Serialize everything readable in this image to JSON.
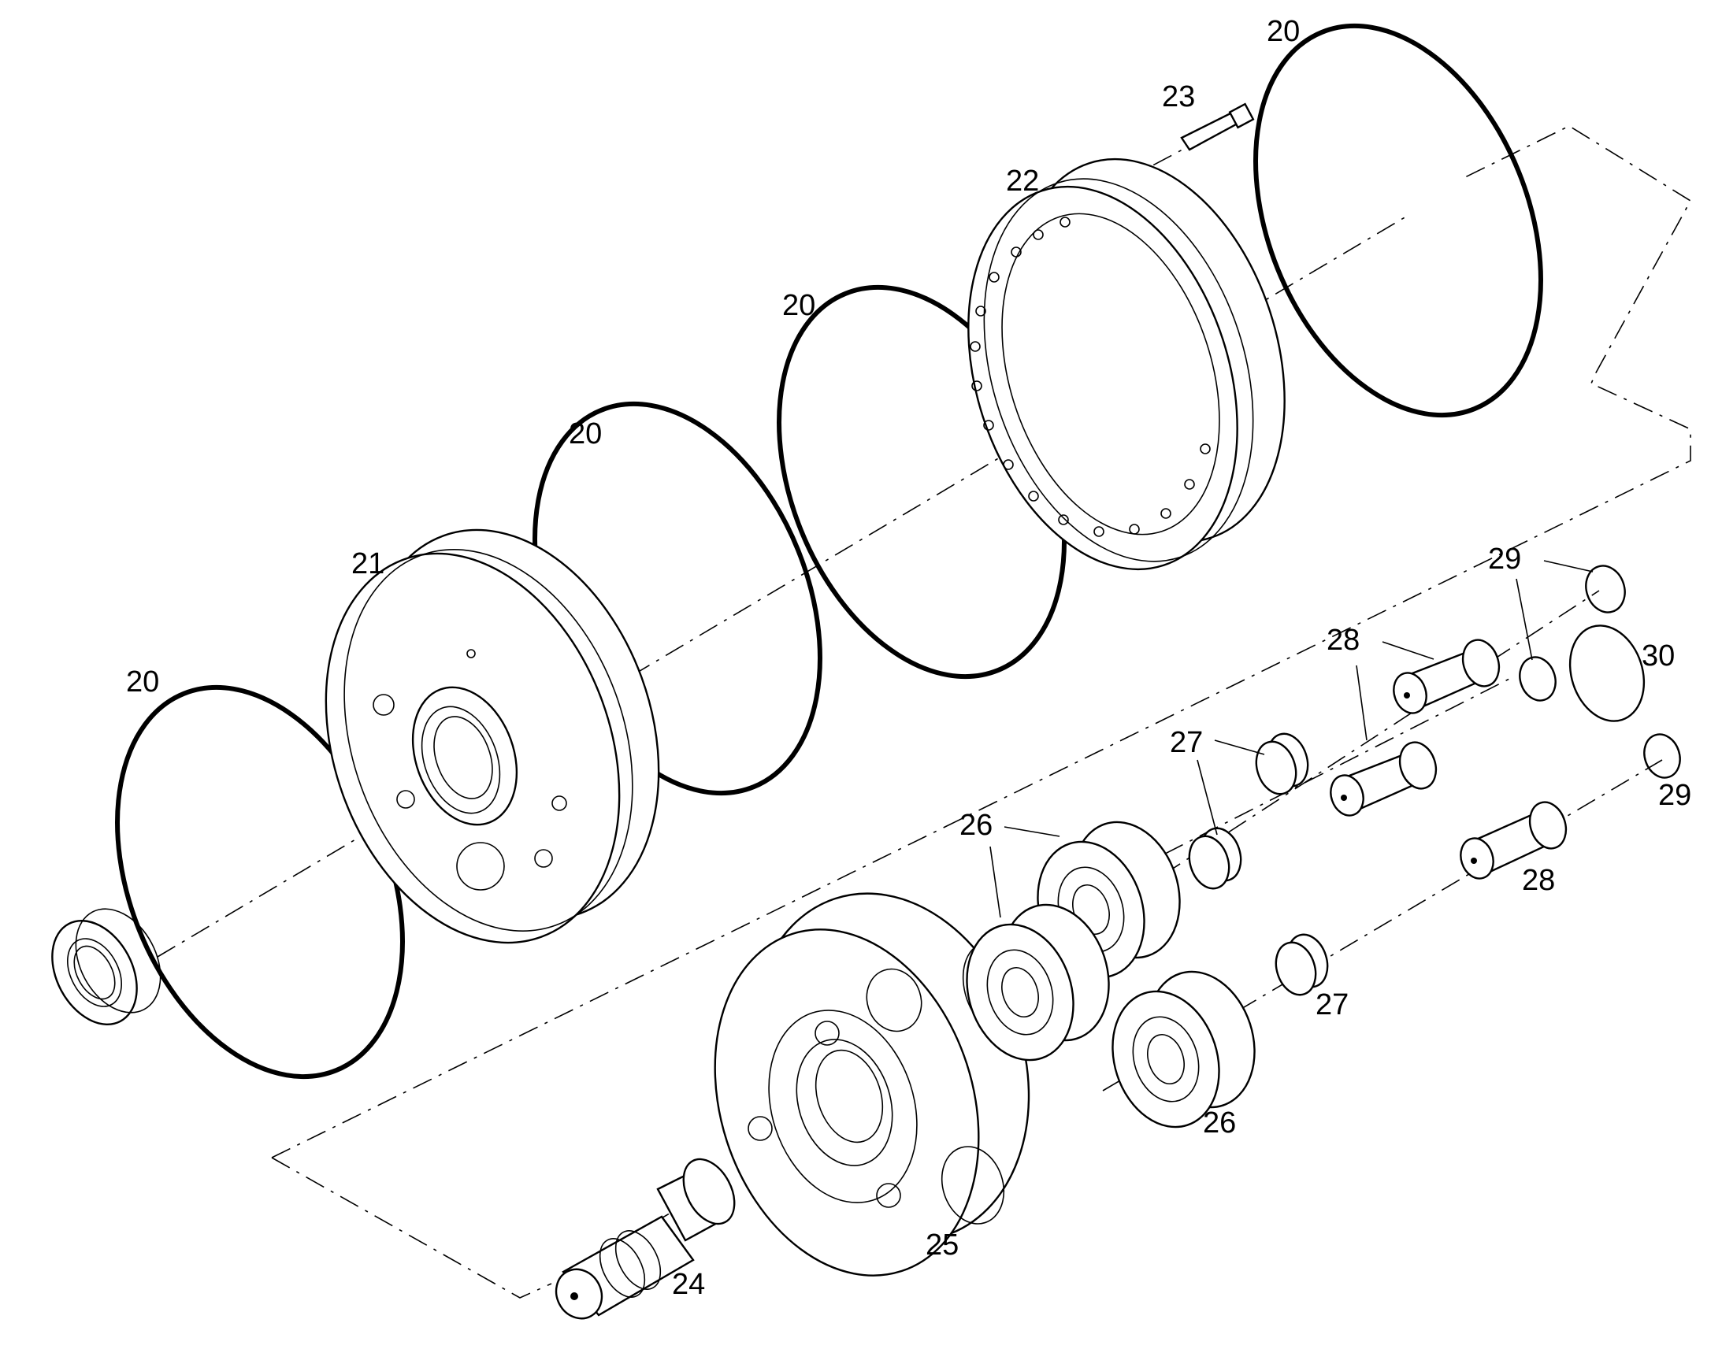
{
  "drawing": {
    "labels": [
      {
        "id": "20a",
        "text": "20"
      },
      {
        "id": "20b",
        "text": "20"
      },
      {
        "id": "20c",
        "text": "20"
      },
      {
        "id": "20d",
        "text": "20"
      },
      {
        "id": "21",
        "text": "21"
      },
      {
        "id": "22",
        "text": "22"
      },
      {
        "id": "23",
        "text": "23"
      },
      {
        "id": "24",
        "text": "24"
      },
      {
        "id": "25",
        "text": "25"
      },
      {
        "id": "26a",
        "text": "26"
      },
      {
        "id": "26b",
        "text": "26"
      },
      {
        "id": "27a",
        "text": "27"
      },
      {
        "id": "27b",
        "text": "27"
      },
      {
        "id": "28a",
        "text": "28"
      },
      {
        "id": "28b",
        "text": "28"
      },
      {
        "id": "29a",
        "text": "29"
      },
      {
        "id": "29b",
        "text": "29"
      },
      {
        "id": "30",
        "text": "30"
      }
    ]
  },
  "colors": {
    "line": "#000000",
    "background": "#ffffff"
  }
}
